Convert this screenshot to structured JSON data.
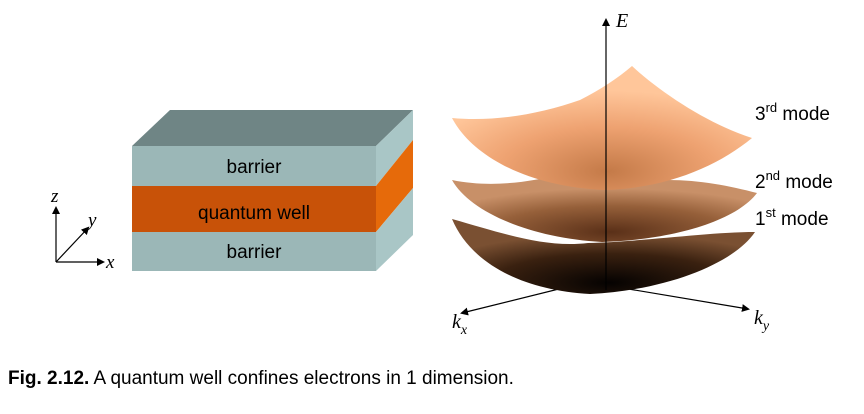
{
  "slab": {
    "top_layer": "barrier",
    "middle_layer": "quantum well",
    "bottom_layer": "barrier"
  },
  "axes3d": {
    "z": "z",
    "y": "y",
    "x": "x"
  },
  "energy_plot": {
    "energy_axis": "E",
    "kx": {
      "base": "k",
      "sub": "x"
    },
    "ky": {
      "base": "k",
      "sub": "y"
    },
    "modes": [
      {
        "num": "3",
        "sup": "rd",
        "word": " mode"
      },
      {
        "num": "2",
        "sup": "nd",
        "word": " mode"
      },
      {
        "num": "1",
        "sup": "st",
        "word": " mode"
      }
    ]
  },
  "caption": {
    "label": "Fig. 2.12.",
    "text": " A quantum well confines electrons in 1 dimension."
  },
  "colors": {
    "barrier_front": "#9bb7b7",
    "barrier_side": "#a9c6c6",
    "barrier_top": "#6f8585",
    "well_front": "#c85208",
    "well_side": "#e66a0a"
  }
}
